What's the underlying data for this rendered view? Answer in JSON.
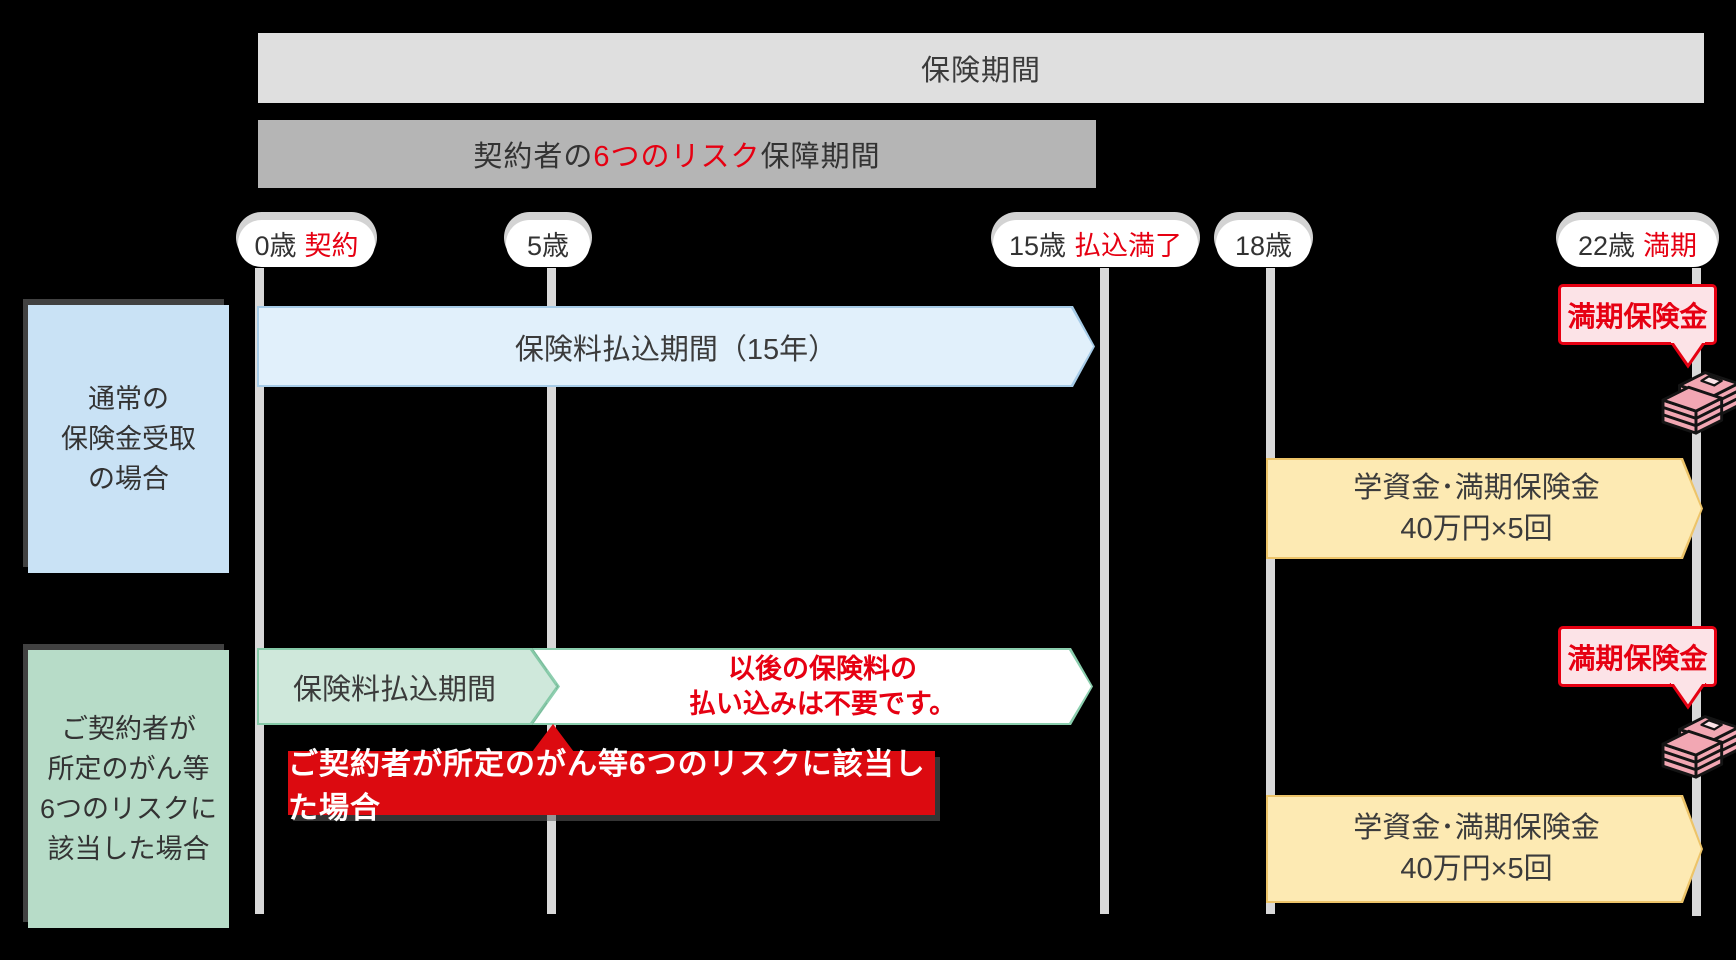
{
  "colors": {
    "accent_red": "#e60012",
    "banner_red": "#dc0a10",
    "period_bar_gray": "#dfdfdf",
    "risk_bar_gray": "#b5b5b5",
    "payment_blue": "#e1f0fb",
    "case_blue": "#c9e2f5",
    "payment_green": "#cfe8db",
    "case_green": "#b7dcc8",
    "benefit_yellow": "#fdeab3",
    "bubble_pink": "#fce3e7",
    "timeline_gray": "#d9d9d9"
  },
  "bars": {
    "insurance_period": "保険期間",
    "risk_period_prefix": "契約者の",
    "risk_period_highlight": "6つのリスク",
    "risk_period_suffix": "保障期間"
  },
  "timeline": {
    "pills": [
      {
        "age": "0歳",
        "note": "契約"
      },
      {
        "age": "5歳",
        "note": ""
      },
      {
        "age": "15歳",
        "note": "払込満了"
      },
      {
        "age": "18歳",
        "note": ""
      },
      {
        "age": "22歳",
        "note": "満期"
      }
    ]
  },
  "row_normal": {
    "label_line1": "通常の",
    "label_line2": "保険金受取",
    "label_line3": "の場合",
    "payment_period": "保険料払込期間（15年）",
    "maturity_bubble": "満期保険金",
    "benefit_line1": "学資金･満期保険金",
    "benefit_line2": "40万円×5回"
  },
  "row_risk": {
    "label_line1": "ご契約者が",
    "label_line2": "所定のがん等",
    "label_line3": "6つのリスクに",
    "label_line4": "該当した場合",
    "payment_period": "保険料払込期間",
    "no_payment_line1": "以後の保険料の",
    "no_payment_line2": "払い込みは不要です。",
    "event_banner": "ご契約者が所定のがん等6つのリスクに該当した場合",
    "maturity_bubble": "満期保険金",
    "benefit_line1": "学資金･満期保険金",
    "benefit_line2": "40万円×5回"
  }
}
